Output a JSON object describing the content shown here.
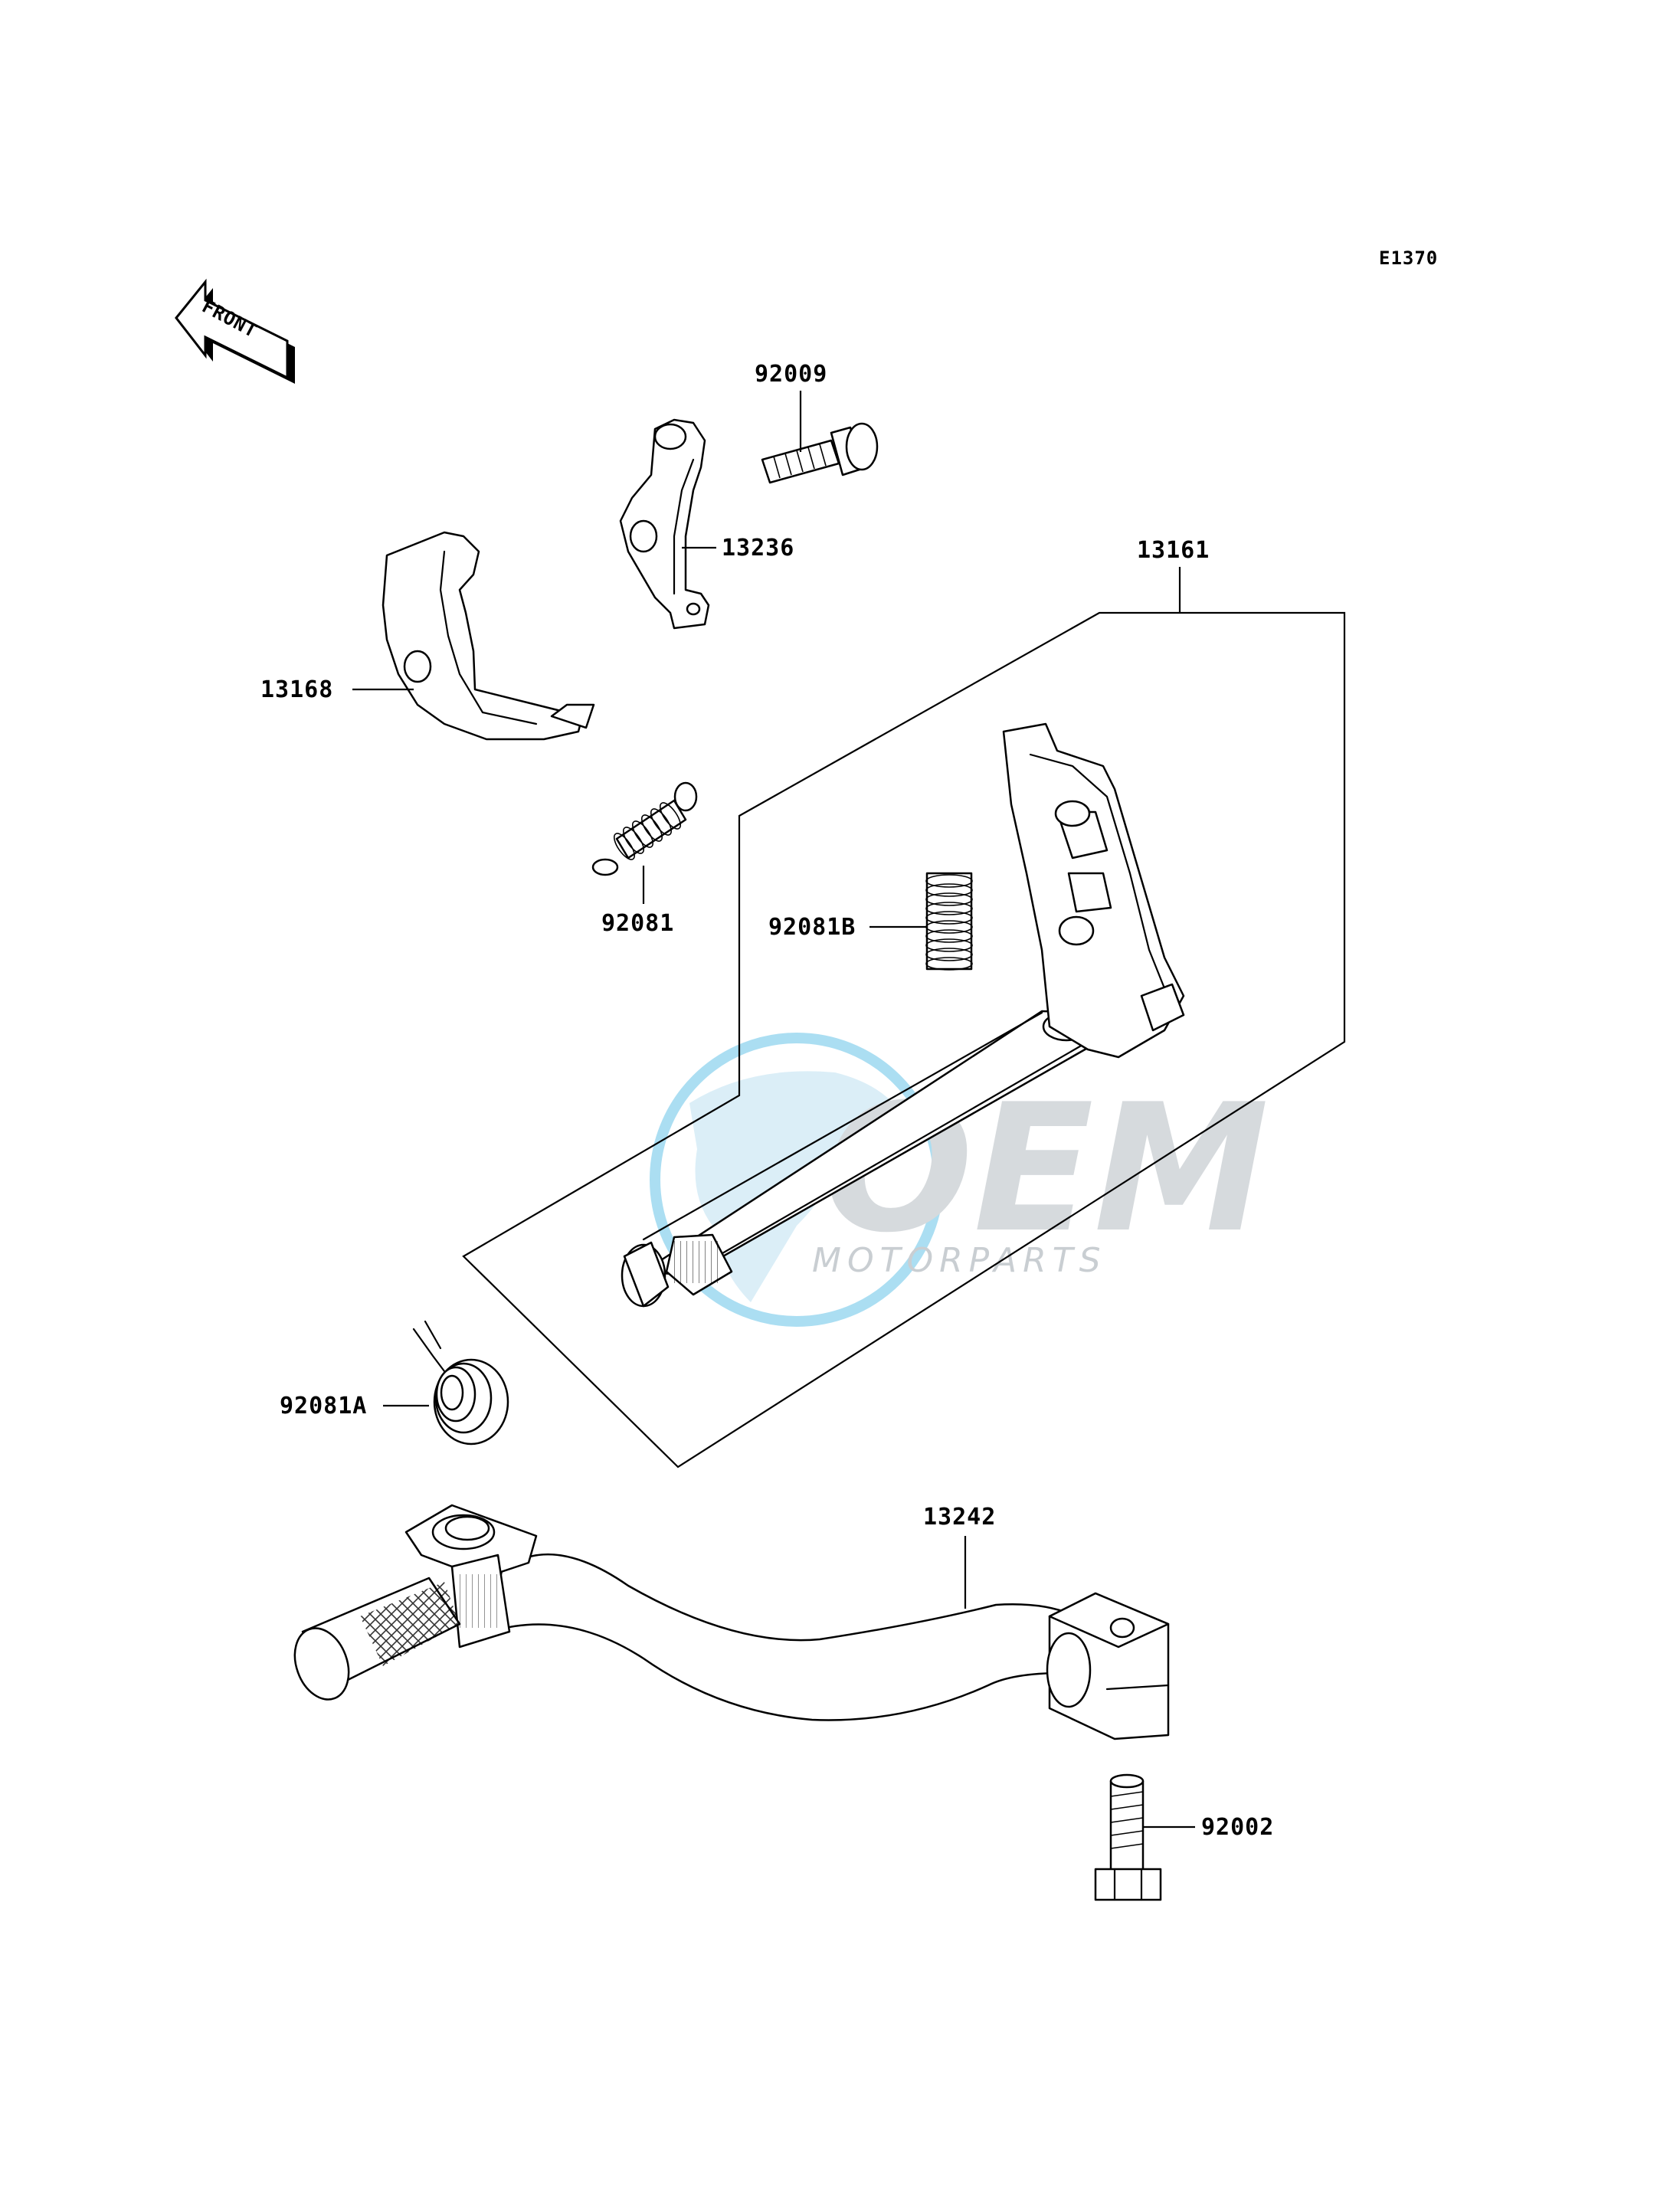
{
  "diagram": {
    "code": "E1370",
    "front_label": "FRONT",
    "watermark": {
      "brand": "OEM",
      "sub": "MOTORPARTS"
    },
    "parts": [
      {
        "id": "92009",
        "label": "92009"
      },
      {
        "id": "13236",
        "label": "13236"
      },
      {
        "id": "13161",
        "label": "13161"
      },
      {
        "id": "13168",
        "label": "13168"
      },
      {
        "id": "92081",
        "label": "92081"
      },
      {
        "id": "92081B",
        "label": "92081B"
      },
      {
        "id": "92081A",
        "label": "92081A"
      },
      {
        "id": "13242",
        "label": "13242"
      },
      {
        "id": "92002",
        "label": "92002"
      }
    ]
  }
}
